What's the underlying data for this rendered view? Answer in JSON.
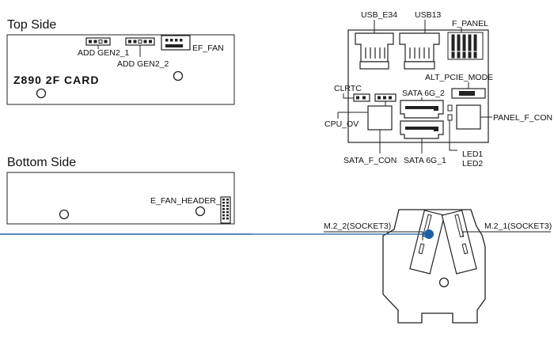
{
  "top_side": {
    "heading": "Top Side",
    "board_label": "Z890 2F CARD",
    "labels": {
      "add_gen2_1": "ADD GEN2_1",
      "add_gen2_2": "ADD GEN2_2",
      "ef_fan": "EF_FAN"
    }
  },
  "bottom_side": {
    "heading": "Bottom Side",
    "labels": {
      "e_fan_header_f": "E_FAN_HEADER_F"
    }
  },
  "io_board": {
    "labels": {
      "usb_e34": "USB_E34",
      "usb13": "USB13",
      "f_panel": "F_PANEL",
      "alt_pcie_mode": "ALT_PCIE_MODE",
      "clrtc": "CLRTC",
      "sata_6g_2": "SATA 6G_2",
      "cpu_ov": "CPU_OV",
      "panel_f_con": "PANEL_F_CON",
      "sata_f_con": "SATA_F_CON",
      "sata_6g_1": "SATA 6G_1",
      "led1": "LED1",
      "led2": "LED2"
    }
  },
  "m2_board": {
    "labels": {
      "m2_2": "M.2_2(SOCKET3)",
      "m2_1": "M.2_1(SOCKET3)"
    }
  },
  "colors": {
    "outline": "#222222",
    "leader_line": "#1f5fa8"
  }
}
